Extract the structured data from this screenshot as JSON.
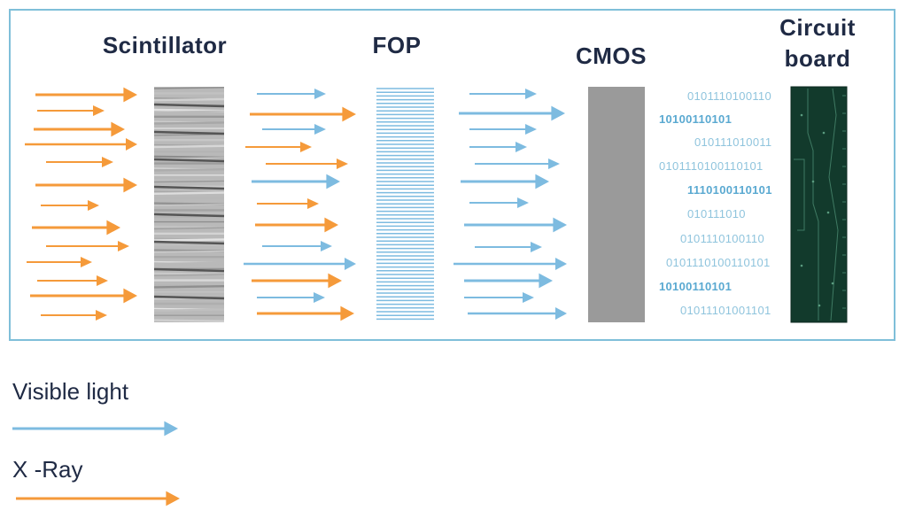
{
  "colors": {
    "visible_light": "#7dbbe0",
    "xray": "#f59a3a",
    "frame": "#7fbfd9",
    "title": "#1f2a44",
    "cmos": "#9a9a9a",
    "circuit_board": "#123a2c"
  },
  "stages": {
    "scintillator": "Scintillator",
    "fop": "FOP",
    "cmos": "CMOS",
    "circuit_line1": "Circuit",
    "circuit_line2": "board"
  },
  "binary_lines": [
    {
      "text": "0101110100110",
      "style": "dim"
    },
    {
      "text": "10100110101",
      "style": "bold"
    },
    {
      "text": "010111010011",
      "style": "dim"
    },
    {
      "text": "0101110100110101",
      "style": "dim"
    },
    {
      "text": "1110100110101",
      "style": "bold"
    },
    {
      "text": "010111010",
      "style": "dim"
    },
    {
      "text": "0101110100110",
      "style": "dim"
    },
    {
      "text": "0101110100110101",
      "style": "dim"
    },
    {
      "text": "10100110101",
      "style": "bold"
    },
    {
      "text": "01011101001101",
      "style": "dim"
    }
  ],
  "legend": {
    "visible_light": "Visible light",
    "xray": "X -Ray"
  }
}
